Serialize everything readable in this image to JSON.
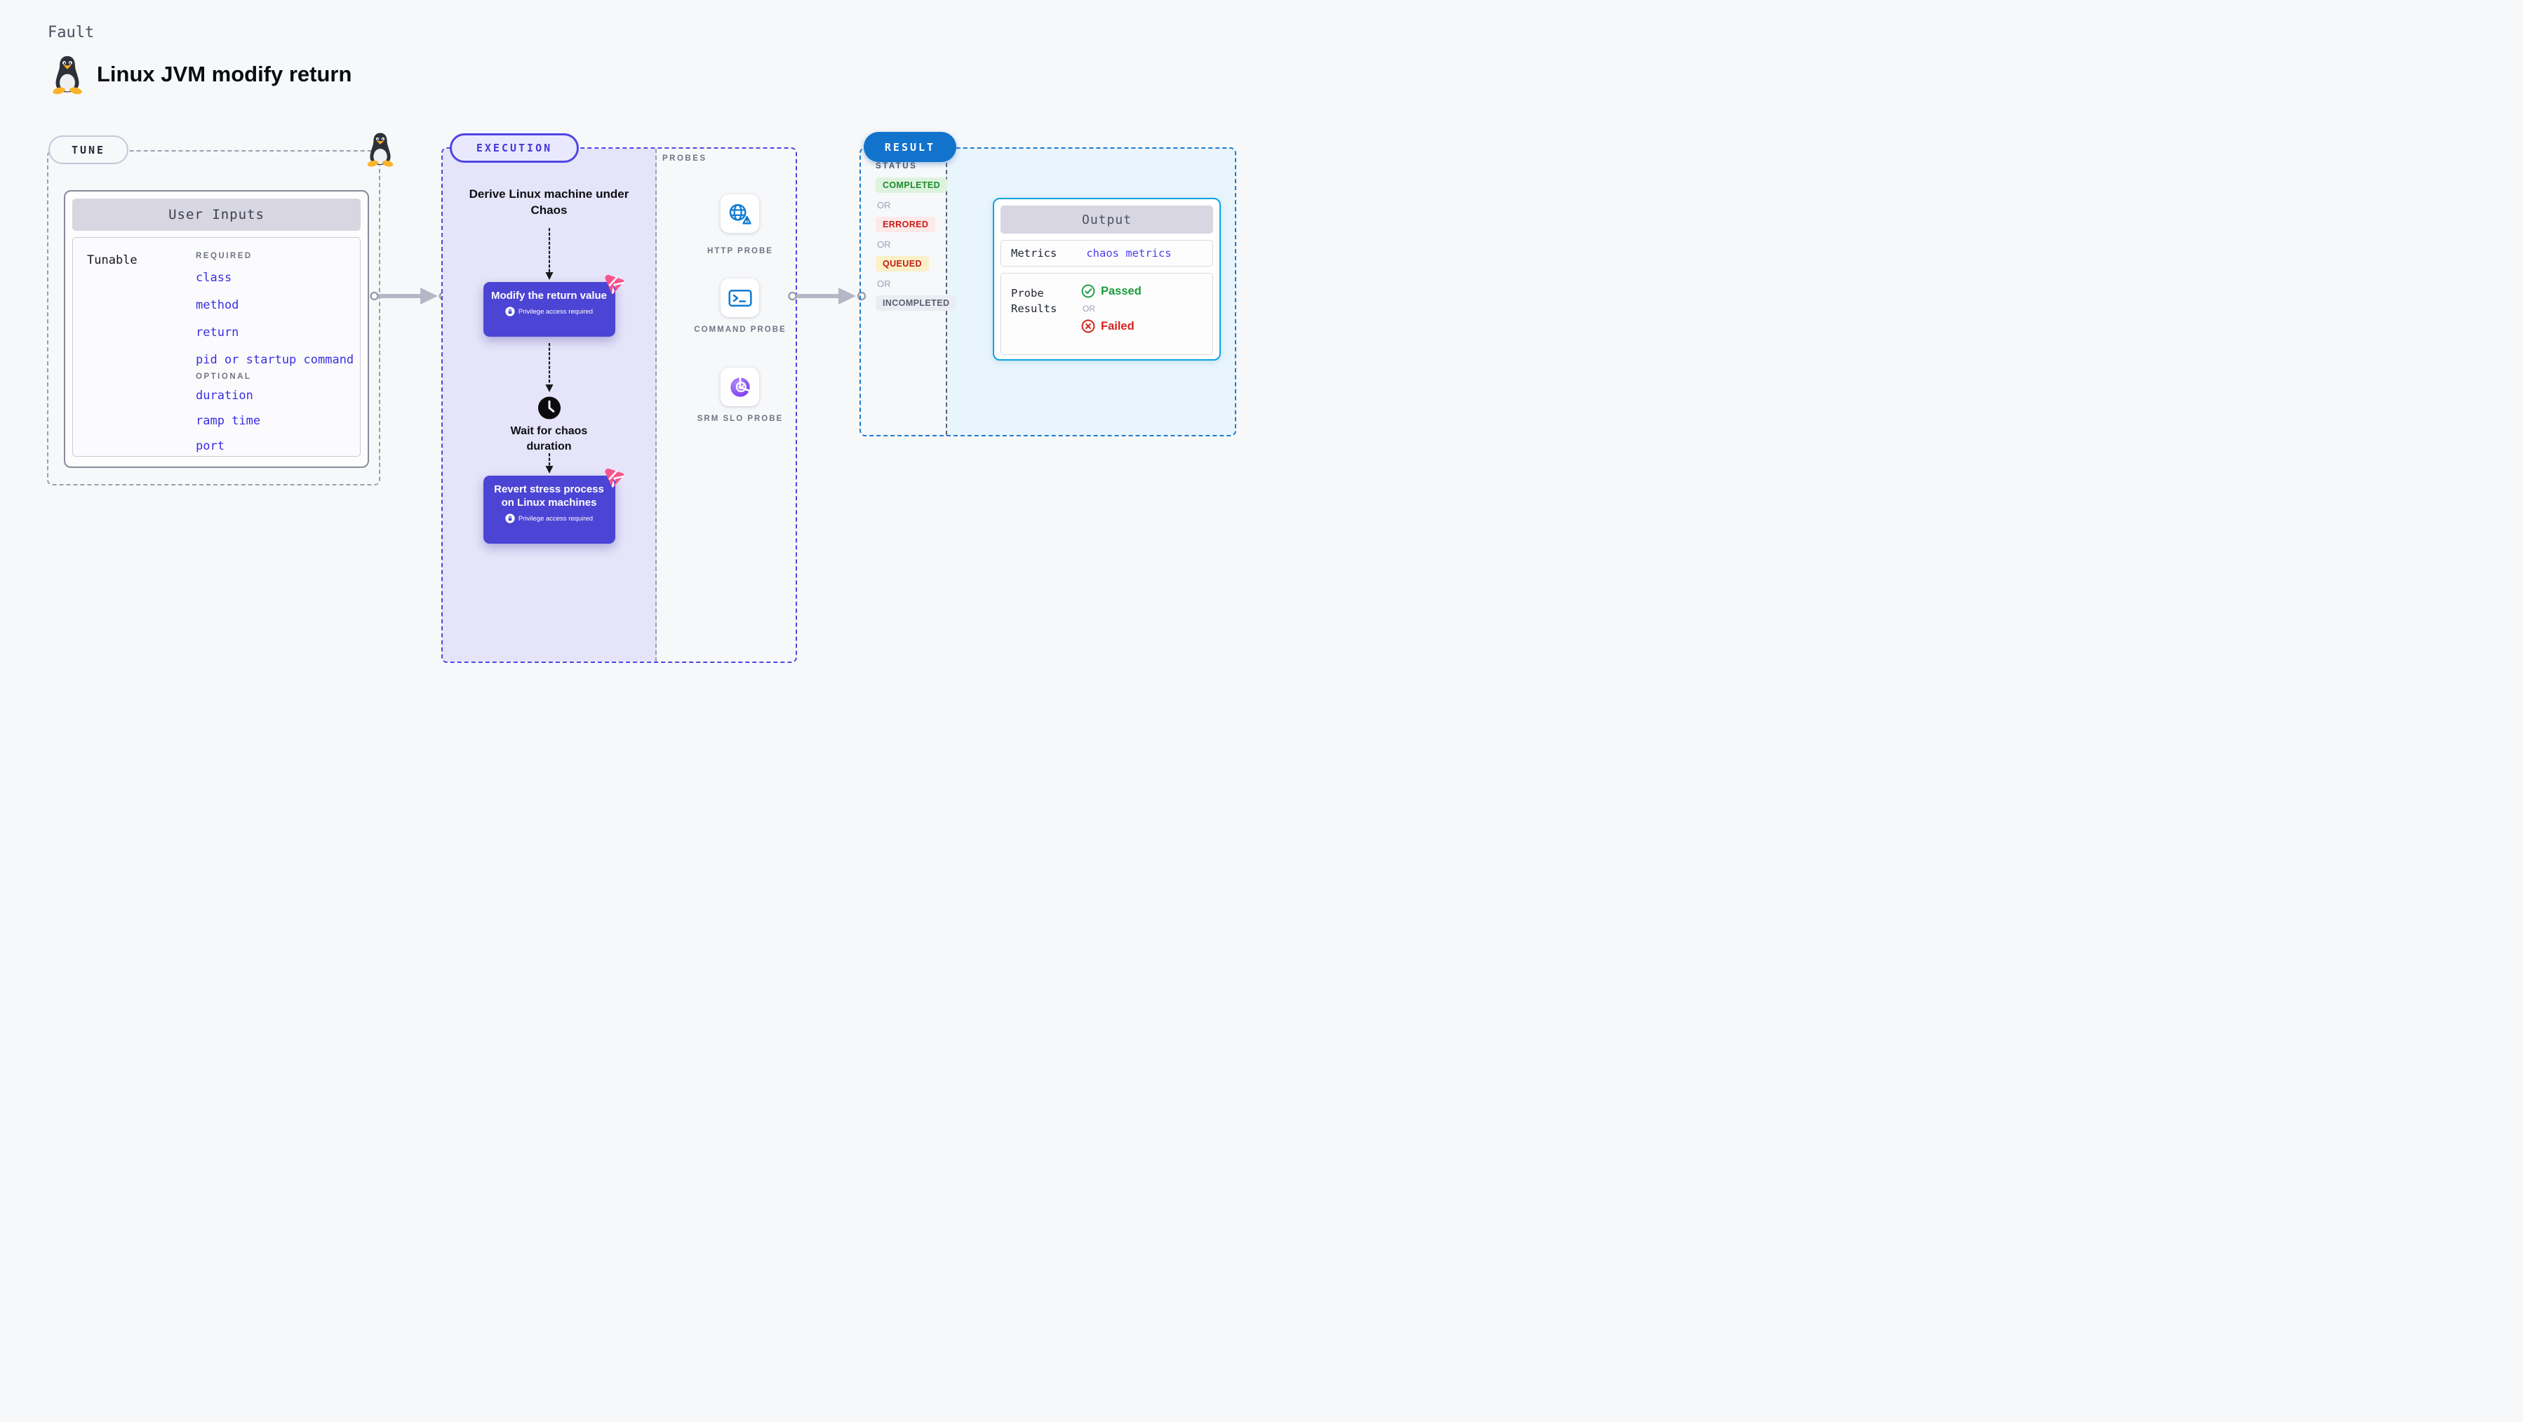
{
  "header": {
    "eyebrow": "Fault",
    "title": "Linux JVM modify return"
  },
  "tune": {
    "badge": "TUNE",
    "card_title": "User Inputs",
    "row_label": "Tunable",
    "required_label": "REQUIRED",
    "required_items": [
      "class",
      "method",
      "return",
      "pid or startup command"
    ],
    "optional_label": "OPTIONAL",
    "optional_items": [
      "duration",
      "ramp time",
      "port"
    ]
  },
  "execution": {
    "badge": "EXECUTION",
    "derive_step": "Derive Linux machine under Chaos",
    "modify_action": {
      "title": "Modify the return value",
      "note": "Privilege access required"
    },
    "wait_step": "Wait for chaos duration",
    "revert_action": {
      "title": "Revert stress process on Linux machines",
      "note": "Privilege access required"
    }
  },
  "probes": {
    "label": "PROBES",
    "items": [
      {
        "name": "HTTP PROBE",
        "icon": "globe-alert-icon"
      },
      {
        "name": "COMMAND PROBE",
        "icon": "terminal-icon"
      },
      {
        "name": "SRM SLO PROBE",
        "icon": "slo-pie-check-icon"
      }
    ]
  },
  "result": {
    "badge": "RESULT",
    "status_label": "STATUS",
    "or_label": "OR",
    "statuses": [
      "COMPLETED",
      "ERRORED",
      "QUEUED",
      "INCOMPLETED"
    ],
    "output": {
      "title": "Output",
      "metrics_label": "Metrics",
      "metrics_value": "chaos metrics",
      "probe_label": "Probe Results",
      "passed_label": "Passed",
      "or_label": "OR",
      "failed_label": "Failed"
    }
  },
  "colors": {
    "accent_indigo": "#4f46e5",
    "action_purple": "#4b44d4",
    "lavender_bg": "#e5e4f8",
    "result_blue": "#1273cd",
    "output_border": "#0aa3de",
    "result_fill": "#e9f5fd",
    "link_indigo": "#3a2ee2",
    "chaos_pink": "#f9548a",
    "status_green": "#1c8b2f",
    "status_red": "#c81c1c",
    "probe_icon_blue": "#0f7ad2"
  }
}
